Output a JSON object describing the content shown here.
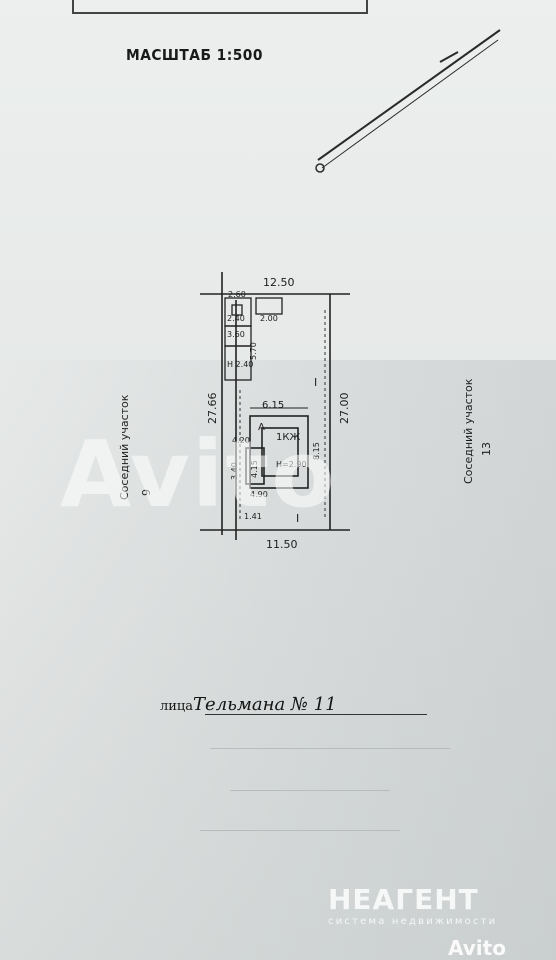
{
  "document": {
    "scale_label": "МАСШТАБ 1:500",
    "top_strip_text": "",
    "street_prefix": "лица",
    "street_name": "Тельмана № 11"
  },
  "plan": {
    "top_width": "12.50",
    "bottom_width": "11.50",
    "left_length": "27.66",
    "right_length": "27.00",
    "house_width": "6.15",
    "house_depth": "8.15",
    "house_letter": "А",
    "house_type": "1КЖ",
    "house_height": "Н=2.90",
    "porch_width": "4.15",
    "porch_offset": "4.90",
    "left_strip_top": "2.60",
    "left_strip_dim1": "2.40",
    "left_strip_dim2": "3.60",
    "left_strip_dim3": "Н 2.40",
    "shed_label": "2.00",
    "side_a_label": "4.20",
    "side_b_label": "3.40",
    "side_small": "1.41",
    "side_small2": "5.70",
    "roman_one": "I",
    "neighbor_left": "Соседний участок",
    "neighbor_left_num": "9",
    "neighbor_right": "Соседний участок",
    "neighbor_right_num": "13"
  },
  "watermark": {
    "text": "Avito"
  },
  "brand": {
    "name": "НЕАГЕНТ",
    "tagline": "система недвижимости",
    "avito": "Avito"
  },
  "colors": {
    "ink": "#1d1d1d",
    "paper": "#e9ebea",
    "brand": "#f6f7f7"
  }
}
